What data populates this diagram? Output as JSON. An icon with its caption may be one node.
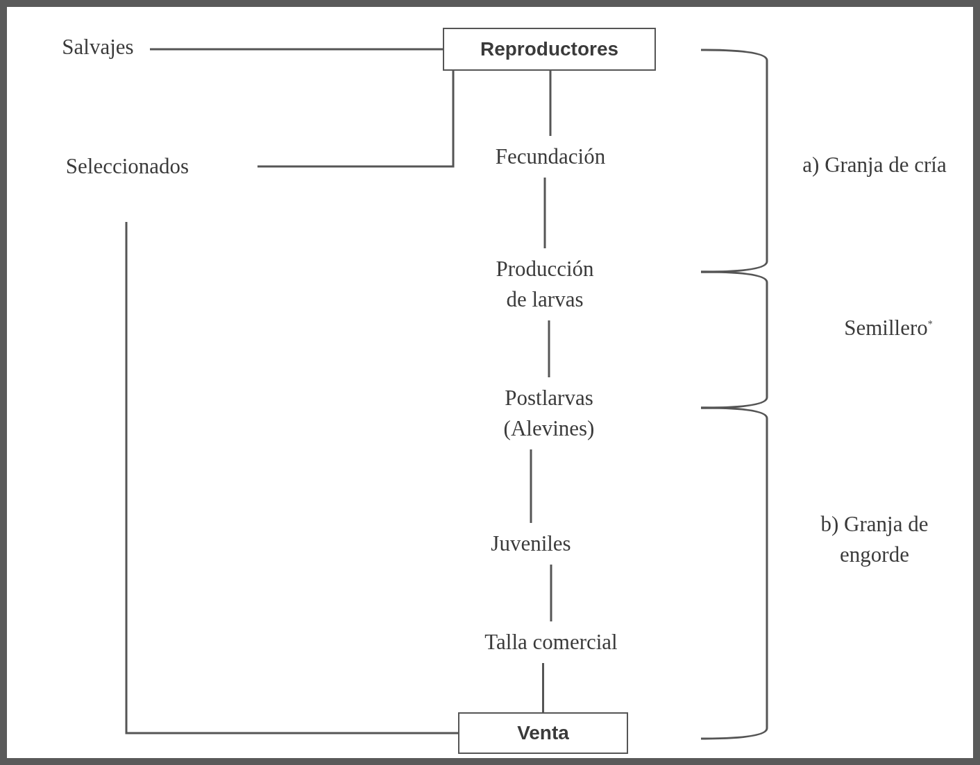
{
  "diagram": {
    "nodes": [
      {
        "text": [
          "Salvajes"
        ]
      },
      {
        "text": [
          "Reproductores"
        ]
      },
      {
        "text": [
          "Seleccionados"
        ]
      },
      {
        "text": [
          "Fecundación"
        ]
      },
      {
        "text": [
          "Producción de larvas"
        ]
      },
      {
        "text": [
          "Postlarvas (Alevines)"
        ]
      },
      {
        "text": [
          "Juveniles"
        ]
      },
      {
        "text": [
          "Talla comercial"
        ]
      },
      {
        "text": [
          "Venta"
        ]
      }
    ],
    "edges": [
      {
        "from": 0,
        "to": 1,
        "arrow": "none"
      },
      {
        "from": 2,
        "to": 1,
        "arrow": "none"
      },
      {
        "from": 1,
        "to": 3,
        "arrow": "none"
      },
      {
        "from": 3,
        "to": 4,
        "arrow": "none"
      },
      {
        "from": 4,
        "to": 5,
        "arrow": "none"
      },
      {
        "from": 5,
        "to": 6,
        "arrow": "none"
      },
      {
        "from": 6,
        "to": 7,
        "arrow": "none"
      },
      {
        "from": 7,
        "to": 8,
        "arrow": "none"
      },
      {
        "from": 8,
        "to": 2,
        "arrow": "none"
      }
    ],
    "labels": [
      "a) Granja de cría",
      "Semillero$^{*}$",
      "b) Granja de engorde"
    ]
  }
}
